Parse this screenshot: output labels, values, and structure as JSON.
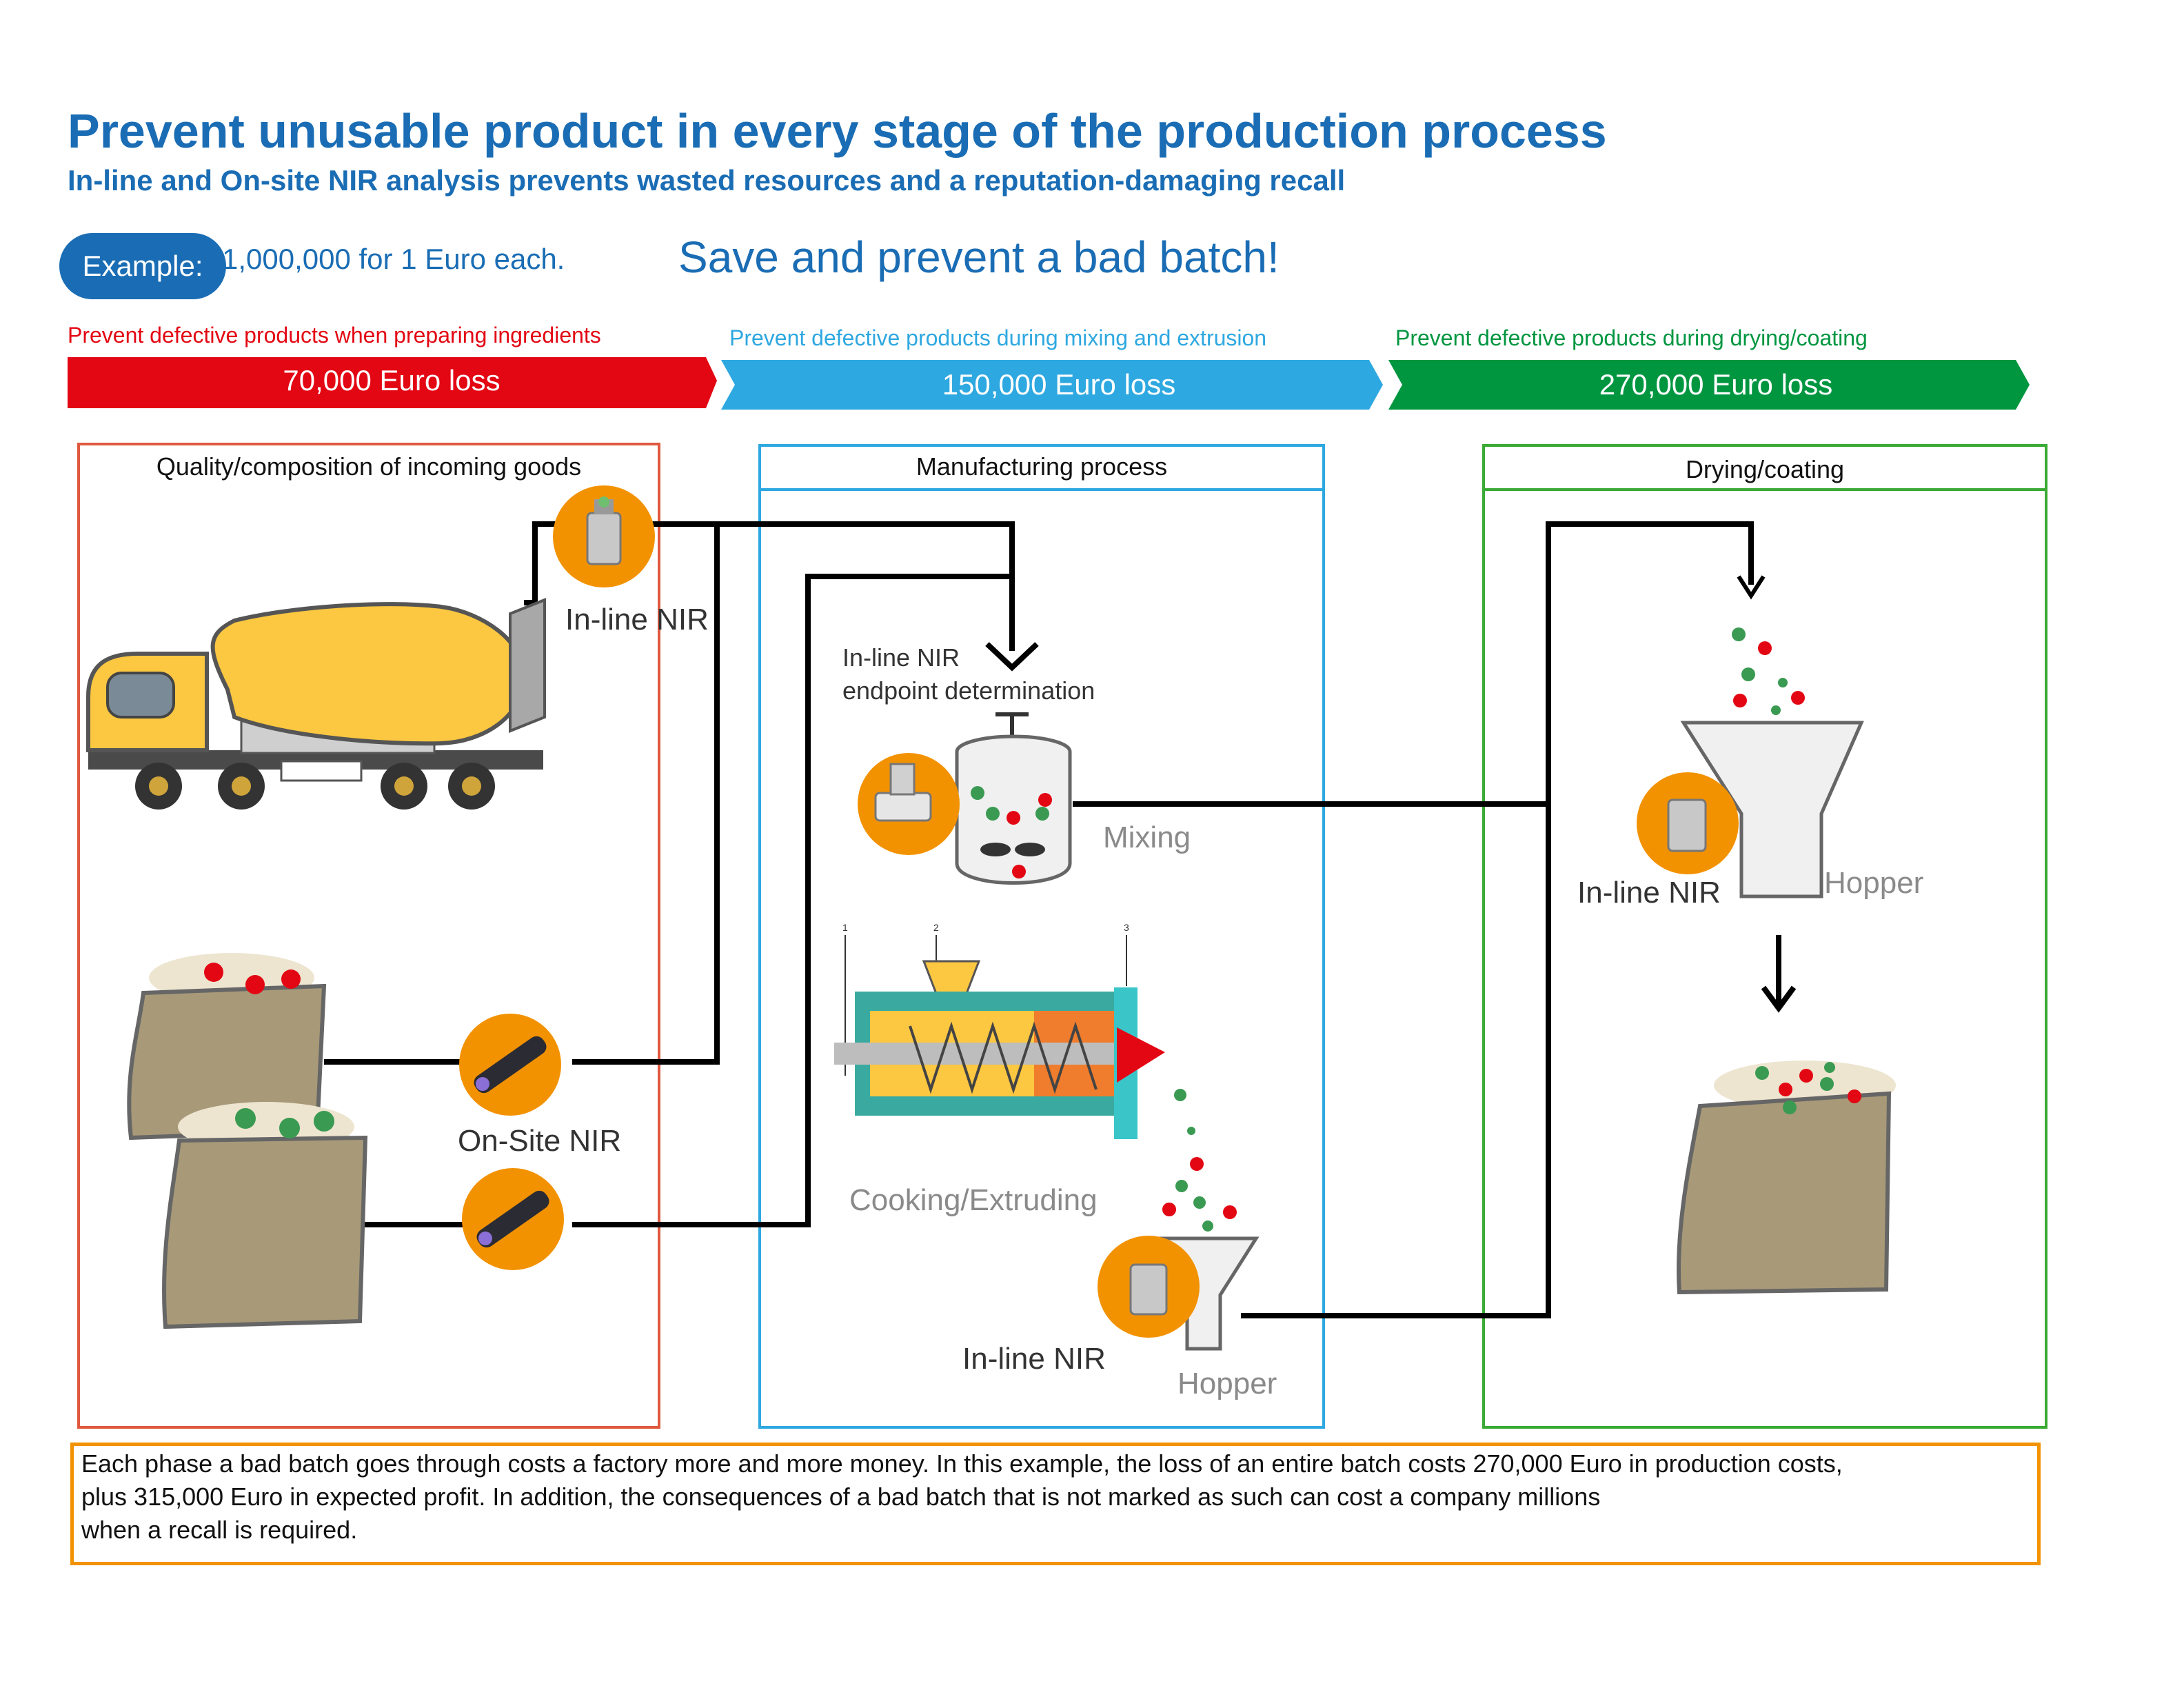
{
  "header": {
    "title": "Prevent unusable product in every stage of the production process",
    "subtitle": "In-line and On-site NIR analysis prevents wasted resources and a reputation-damaging recall"
  },
  "example": {
    "pill_label": "Example:",
    "text": "1,000,000 for 1 Euro each.",
    "headline": "Save and prevent a bad batch!"
  },
  "stages": [
    {
      "caption": "Prevent defective products when preparing ingredients",
      "loss": "70,000 Euro loss",
      "color": "#e30613"
    },
    {
      "caption": "Prevent defective products during mixing and extrusion",
      "loss": "150,000 Euro loss",
      "color": "#2ea8e0"
    },
    {
      "caption": "Prevent defective products during drying/coating",
      "loss": "270,000 Euro loss",
      "color": "#009640"
    }
  ],
  "boxes": {
    "incoming": {
      "title": "Quality/composition of incoming goods",
      "color": "#e0593f"
    },
    "manufacturing": {
      "title": "Manufacturing process",
      "color": "#2ea8e0"
    },
    "drying": {
      "title": "Drying/coating",
      "color": "#3aaa35"
    }
  },
  "labels": {
    "inline_nir_truck": "In-line NIR",
    "onsite_nir": "On-Site NIR",
    "endpoint_line1": "In-line NIR",
    "endpoint_line2": "endpoint determination",
    "mixing": "Mixing",
    "cooking": "Cooking/Extruding",
    "inline_nir_hopper1": "In-line NIR",
    "hopper1": "Hopper",
    "inline_nir_hopper2": "In-line NIR",
    "hopper2": "Hopper",
    "extruder_marks": [
      "1",
      "2",
      "3"
    ]
  },
  "note": {
    "line1": "Each phase a bad batch goes through costs a factory more and more money. In this example, the loss of an entire batch costs 270,000 Euro in production costs,",
    "line2": "plus 315,000 Euro in expected profit. In addition, the consequences of a bad batch that is not marked as such can cost a company millions",
    "line3": "when a recall is required."
  },
  "colors": {
    "accent_blue": "#1a6db4",
    "sensor_orange": "#f39200",
    "particle_red": "#e30613",
    "particle_green": "#3a9a52",
    "sack": "#a89a78",
    "truck_yellow": "#fcc741"
  },
  "icons": [
    "inline-nir-sensor-icon",
    "handheld-nir-icon",
    "sack-icon",
    "mixer-truck-icon",
    "mixing-vessel-icon",
    "extruder-icon",
    "hopper-icon"
  ]
}
